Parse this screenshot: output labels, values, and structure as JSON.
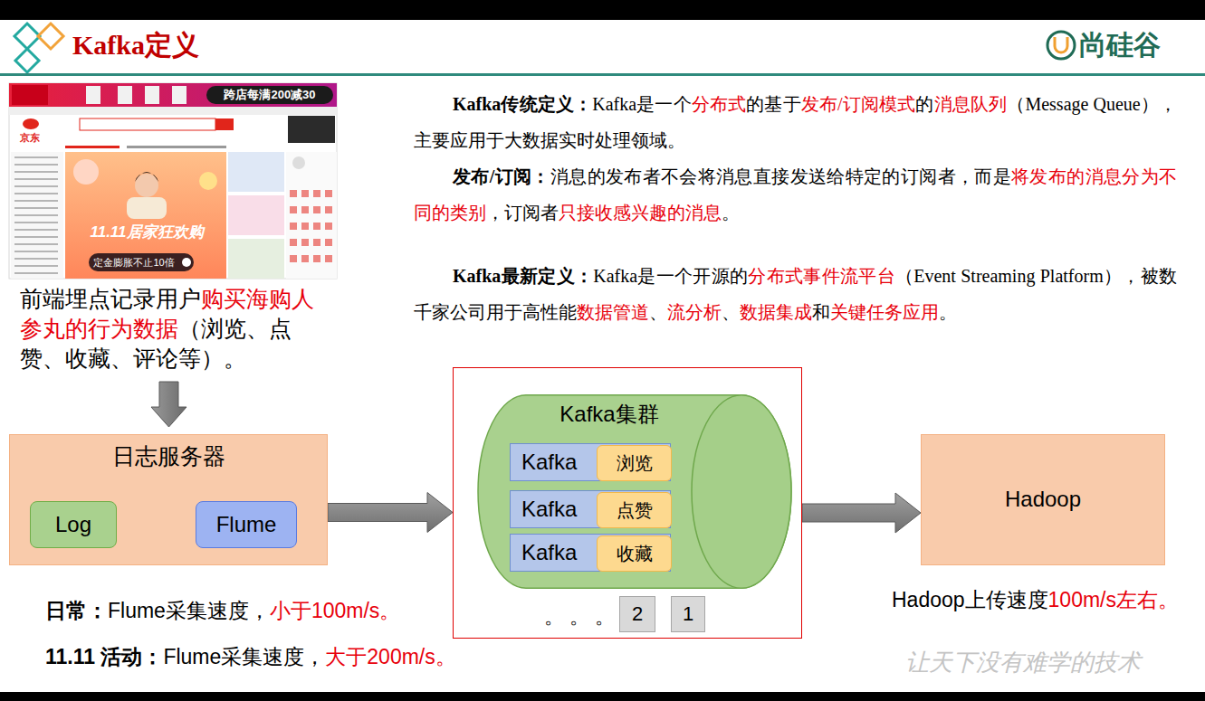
{
  "diagram": {
    "title": "Kafka定义",
    "nodes": [
      {
        "text": [
          "日志服务器"
        ]
      },
      {
        "text": [
          "Log"
        ],
        "in": 0
      },
      {
        "text": [
          "Flume"
        ],
        "in": 0
      },
      {
        "text": [
          "。 。 。"
        ]
      },
      {
        "text": [
          "Kafka集群"
        ],
        "in": 3
      },
      {
        "text": [
          "Kafka"
        ],
        "in": 4
      },
      {
        "text": [
          "浏览"
        ],
        "in": 5
      },
      {
        "text": [
          "Kafka"
        ],
        "in": 4
      },
      {
        "text": [
          "点赞"
        ],
        "in": 7
      },
      {
        "text": [
          "Kafka"
        ],
        "in": 4
      },
      {
        "text": [
          "收藏"
        ],
        "in": 9
      },
      {
        "text": [
          "2"
        ],
        "in": 3
      },
      {
        "text": [
          "1"
        ],
        "in": 3
      },
      {
        "text": [
          "Hadoop"
        ]
      }
    ],
    "edges": [
      {
        "from": 1,
        "to": 2,
        "arrow": "to"
      },
      {
        "from": 0,
        "to": 3,
        "arrow": "to"
      },
      {
        "from": 3,
        "to": 13,
        "arrow": "to"
      }
    ],
    "labels": [
      "尚硅谷",
      "跨店每满200减30",
      "京东",
      "11.11居家狂欢购",
      "定金膨胀不止10倍",
      "Kafka传统定义：",
      "Kafka是一个",
      "分布式",
      "的基于",
      "发布/订阅模式",
      "的",
      "消息队列",
      "（Message Queue），主要应用于大数据实时处理领域。",
      "发布/订阅：",
      "消息的发布者不会将消息直接发送给特定的订阅者，而是",
      "将发布的消息分为不同的类别",
      "，订阅者",
      "只接收感兴趣的消息",
      "。",
      "Kafka最新定义：",
      "Kafka是一个开源的",
      "分布式事件流平台",
      "（Event Streaming Platform），被数千家公司用于高性能",
      "数据管道",
      "、",
      "流分析",
      "、",
      "数据集成",
      "和",
      "关键任务应用",
      "。",
      "前端埋点记录用户",
      "购买海购人参丸的行为数据",
      "（浏览、点赞、收藏、评论等）。",
      "日常：",
      "Flume采集速度，",
      "小于100m/s。",
      "11.11 活动：",
      "Flume采集速度，",
      "大于200m/s。",
      "Hadoop上传速度",
      "100m/s左右。",
      "让天下没有难学的技术"
    ]
  }
}
